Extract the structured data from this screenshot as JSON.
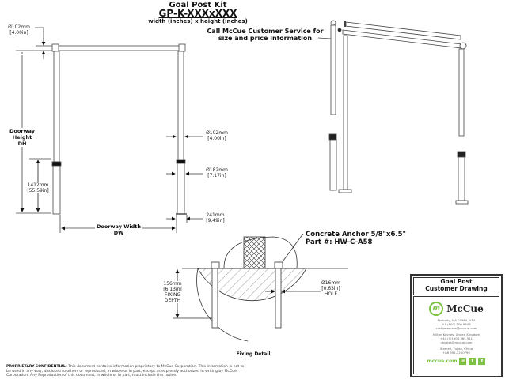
{
  "header": {
    "title": "Goal Post Kit",
    "part_code": "GP-K-XXXxXXX",
    "subtitle": "width (inches) x height (inches)"
  },
  "callout": {
    "text_line1": "Call McCue Customer Service for",
    "text_line2": "size and price information"
  },
  "front_view": {
    "top_tube_dia_mm": "Ø102mm",
    "top_tube_dia_in": "[4.00in]",
    "doorway_height_label_1": "Doorway",
    "doorway_height_label_2": "Height",
    "doorway_height_label_3": "DH",
    "sleeve_height_mm": "1412mm",
    "sleeve_height_in": "[55.59in]",
    "upright_dia_mm": "Ø102mm",
    "upright_dia_in": "[4.00in]",
    "sleeve_dia_mm": "Ø182mm",
    "sleeve_dia_in": "[7.17in]",
    "base_width_mm": "241mm",
    "base_width_in": "[9.49in]",
    "doorway_width_label_1": "Doorway Width",
    "doorway_width_label_2": "DW"
  },
  "fixing_detail": {
    "anchor_line1": "Concrete Anchor 5/8\"x6.5\"",
    "anchor_line2": "Part #: HW-C-A58",
    "depth_mm": "156mm",
    "depth_in": "[6.13in]",
    "depth_label_1": "FIXING",
    "depth_label_2": "DEPTH",
    "hole_mm": "Ø16mm",
    "hole_in": "[0.63in]",
    "hole_label": "HOLE",
    "caption": "Fixing Detail"
  },
  "title_block": {
    "title_line1": "Goal Post",
    "title_line2": "Customer Drawing",
    "logo_letter": "m",
    "brand": "McCue",
    "brand_color": "#7cc242",
    "usa_line1": "Peabody, MA 01960, USA",
    "usa_line2": "+1 (800) 800 8503",
    "usa_line3": "customercare@mccue.com",
    "uk_line1": "Milton Keynes, United Kingdom",
    "uk_line2": "+44 (0)1908 365 511",
    "uk_line3": "uksales@mccue.com",
    "cn_line1": "Xiamen, Fujian, China",
    "cn_line2": "+86 592-2200790",
    "website": "mccue.com",
    "social": [
      "in",
      "t",
      "f"
    ]
  },
  "notice": {
    "label": "PROPRIETARY-CONFIDENTIAL:",
    "text": "This document contains information proprietary to McCue Corporation. This information is not to be used in any way, disclosed to others or reproduced, in whole or in part, except as expressly authorized in writing by McCue Corporation. Any Reproduction of this document, in whole or in part, must include this notice."
  }
}
